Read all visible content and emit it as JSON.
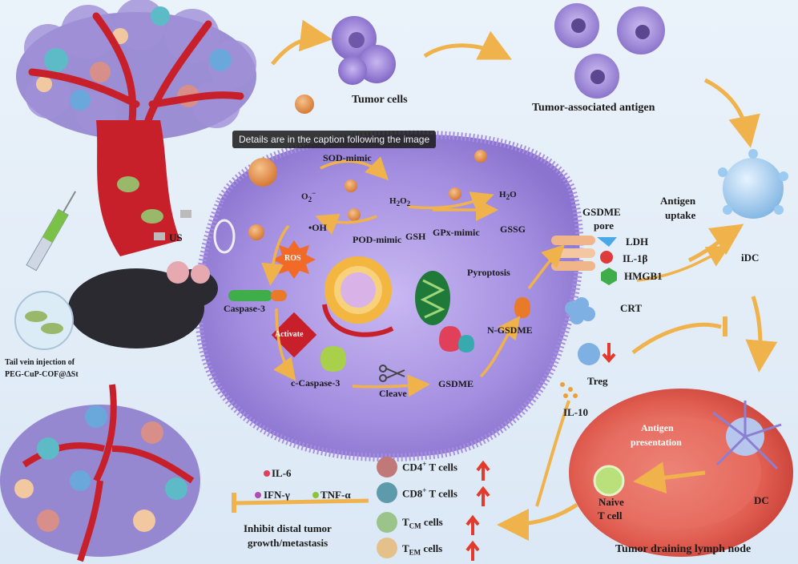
{
  "tooltip": "Details are in the caption following the image",
  "labels": {
    "tumor_cells": "Tumor cells",
    "taa": "Tumor-associated antigen",
    "us": "US",
    "sod_mimic": "SOD-mimic",
    "o2": "O",
    "h2o2": "H",
    "h2o": "H",
    "oh": "•OH",
    "pod_mimic": "POD-mimic",
    "gsh": "GSH",
    "gpx_mimic": "GPx-mimic",
    "gssg": "GSSG",
    "ros": "ROS",
    "caspase3": "Caspase-3",
    "activate": "Activate",
    "c_caspase3": "c-Caspase-3",
    "cleave": "Cleave",
    "gsdme": "GSDME",
    "n_gsdme": "N-GSDME",
    "pyroptosis": "Pyroptosis",
    "gsdme_pore_1": "GSDME",
    "gsdme_pore_2": "pore",
    "ldh": "LDH",
    "il1b": "IL-1β",
    "hmgb1": "HMGB1",
    "crt": "CRT",
    "antigen_uptake_1": "Antigen",
    "antigen_uptake_2": "uptake",
    "idc": "iDC",
    "treg": "Treg",
    "il10": "IL-10",
    "antigen_presentation_1": "Antigen",
    "antigen_presentation_2": "presentation",
    "naive_1": "Naive",
    "naive_2": "T cell",
    "dc": "DC",
    "lymph_node": "Tumor draining lymph node",
    "cd4": "CD4",
    "cd8": "CD8",
    "t_cells": " T cells",
    "tcm": "T",
    "tcm_sub": "CM",
    "tem_sub": "EM",
    "cells": " cells",
    "il6": "IL-6",
    "ifn": "IFN-γ",
    "tnf": "TNF-α",
    "inhibit_1": "Inhibit distal tumor",
    "inhibit_2": "growth/metastasis",
    "injection_1": "Tail vein injection of",
    "injection_2": "PEG-CuP-COF@ΔSt"
  },
  "colors": {
    "tumor_purple": "#8a78c8",
    "vessel_red": "#c8202a",
    "arrow_orange": "#f0b24a",
    "dc_blue": "#a9cdec",
    "lymph_red": "#e0594f",
    "up_arrow": "#e23a2c"
  }
}
